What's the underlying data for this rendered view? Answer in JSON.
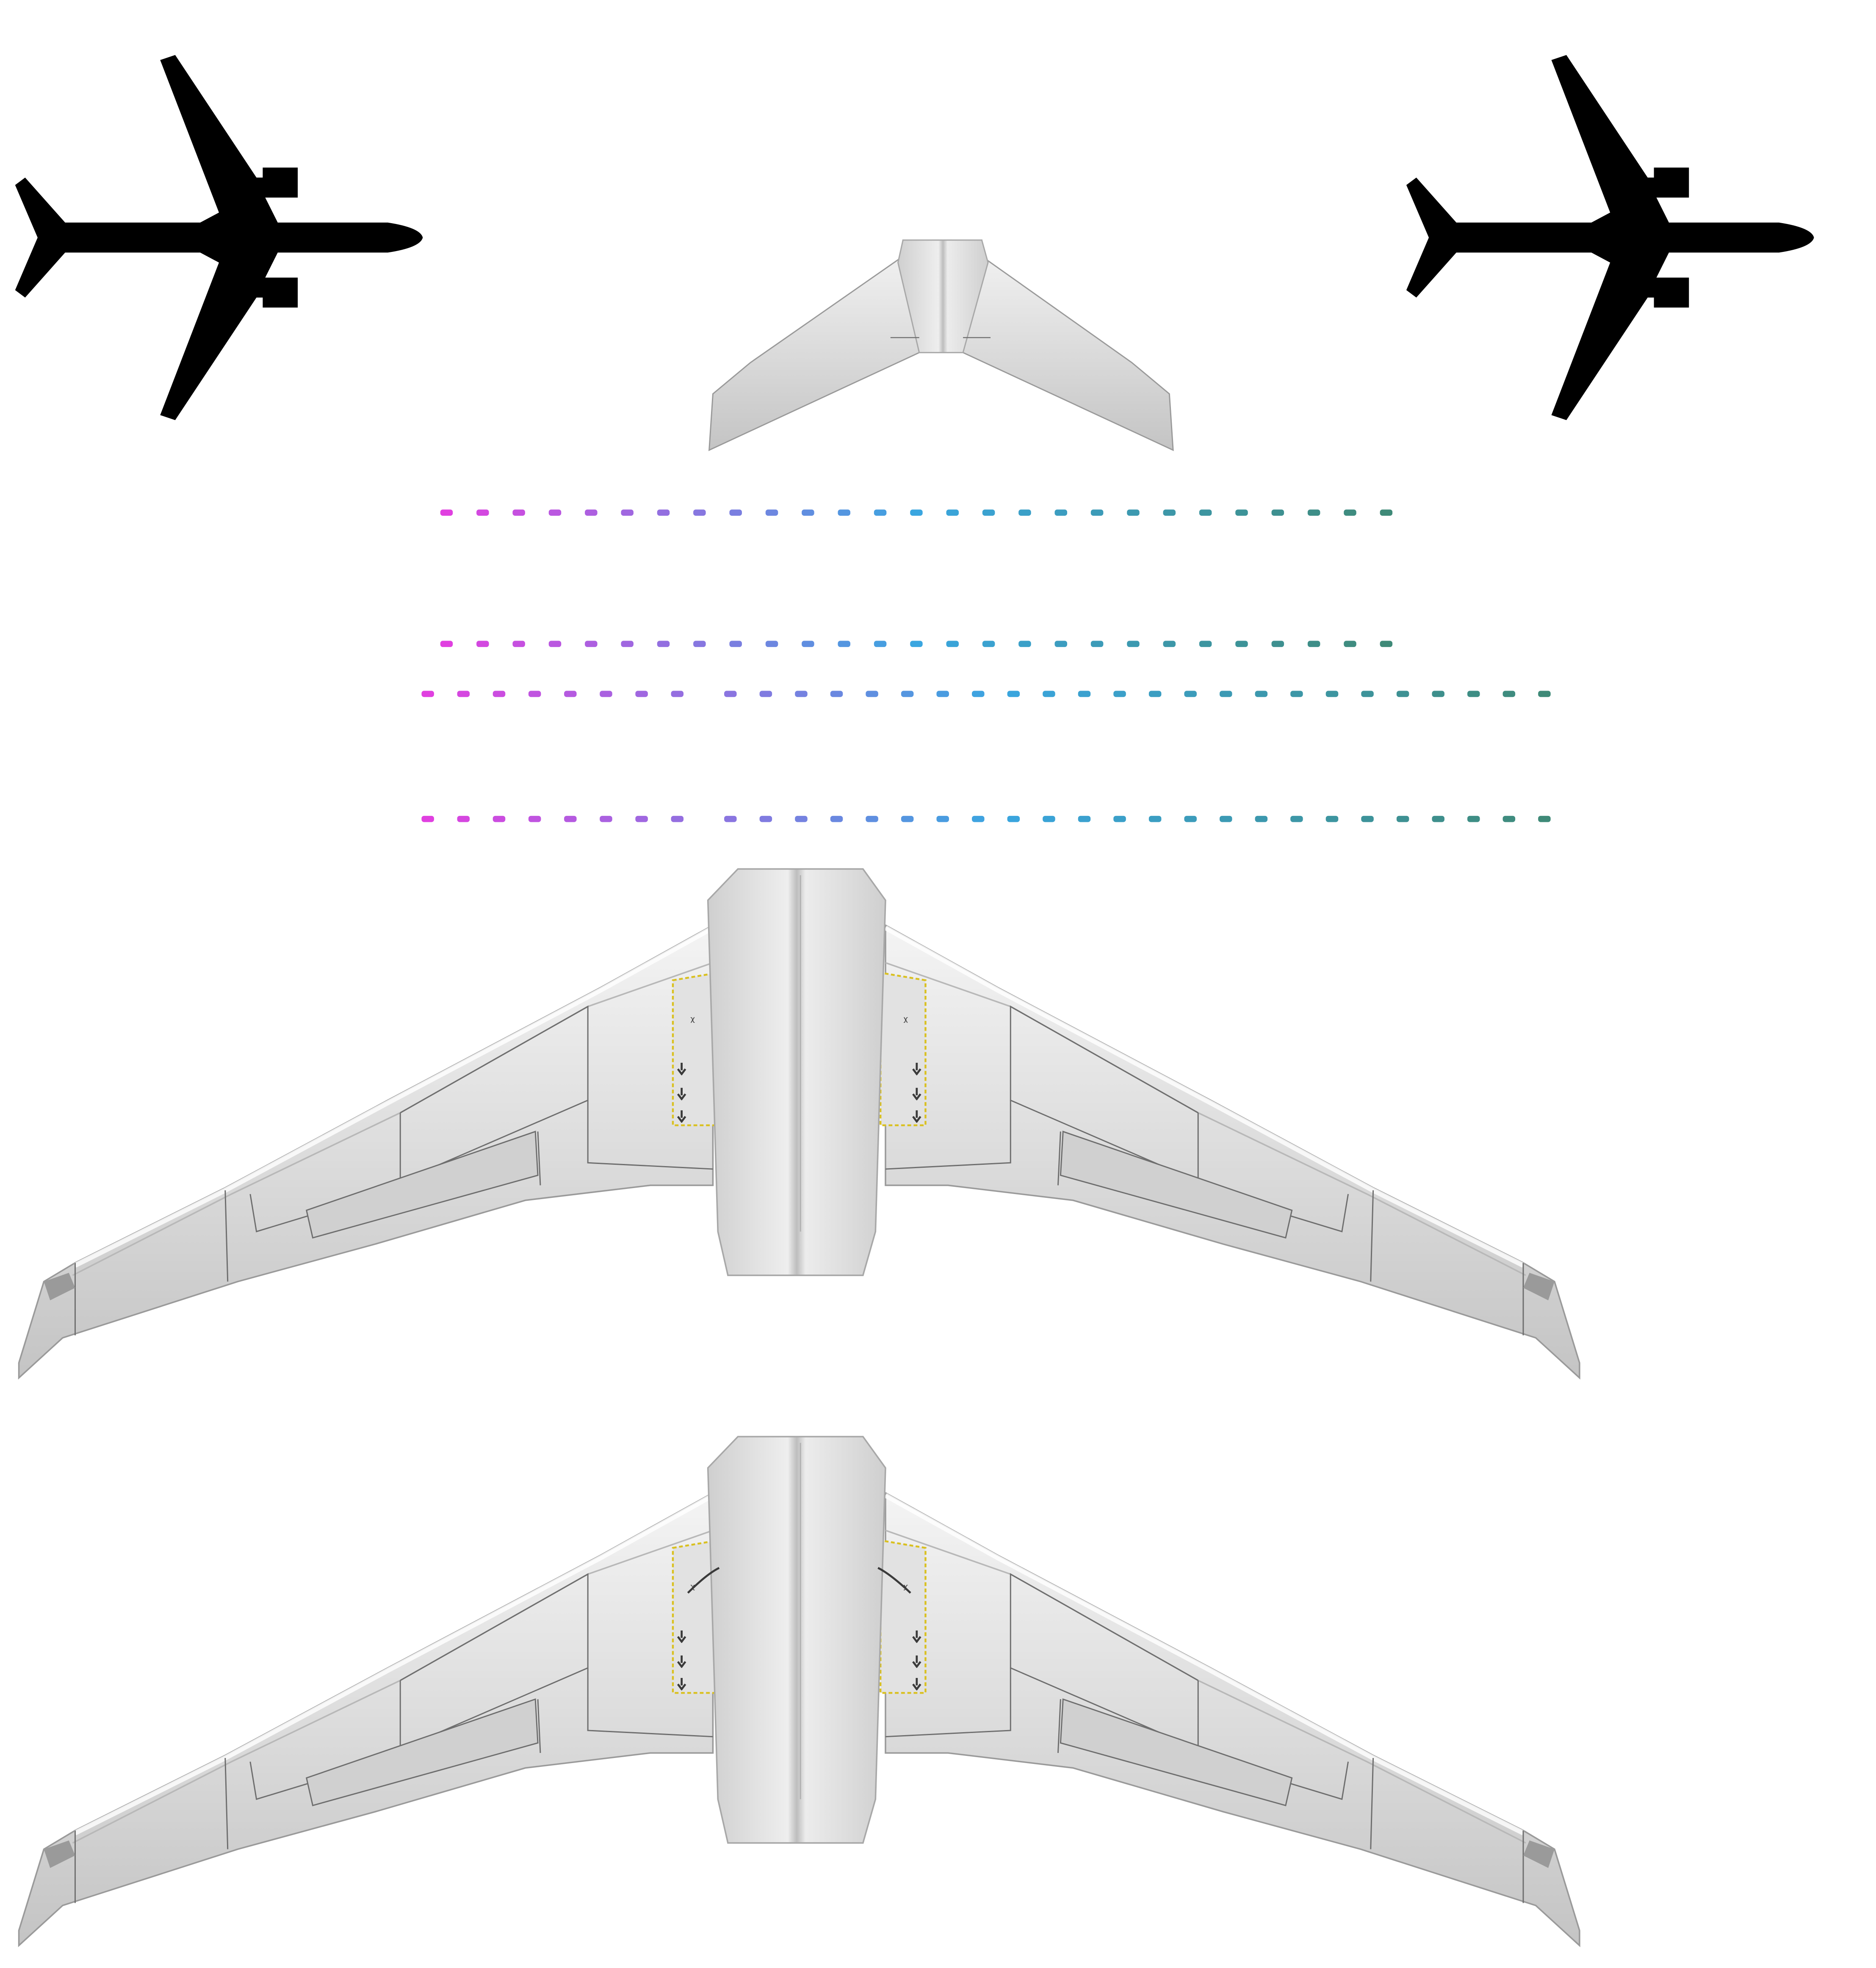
{
  "colors": {
    "silhouette": "#000000",
    "skin_light": "#f2f2f2",
    "skin_mid": "#d6d6d6",
    "skin_dark": "#a8a8a8",
    "panel_line": "#6e6e6e",
    "hatch_yellow": "#d9c020",
    "arrow_dark": "#3a3a3a",
    "light_magenta": "#e040e0",
    "light_blue": "#3aa6e0",
    "light_teal": "#3f8a78"
  },
  "icons": [
    "airplane-silhouette-icon",
    "tail-stabilizer",
    "wing-top-view",
    "walkway-arrow-icon",
    "walking-person-icon"
  ],
  "light_rows": [
    {
      "name": "light-row-1",
      "segments": [
        {
          "count": 27
        }
      ]
    },
    {
      "name": "light-row-2",
      "segments": [
        {
          "count": 27
        }
      ]
    },
    {
      "name": "light-row-3",
      "segments": [
        {
          "count": 8
        },
        {
          "count": 24
        }
      ]
    },
    {
      "name": "light-row-4",
      "segments": [
        {
          "count": 8
        },
        {
          "count": 24
        }
      ]
    }
  ]
}
